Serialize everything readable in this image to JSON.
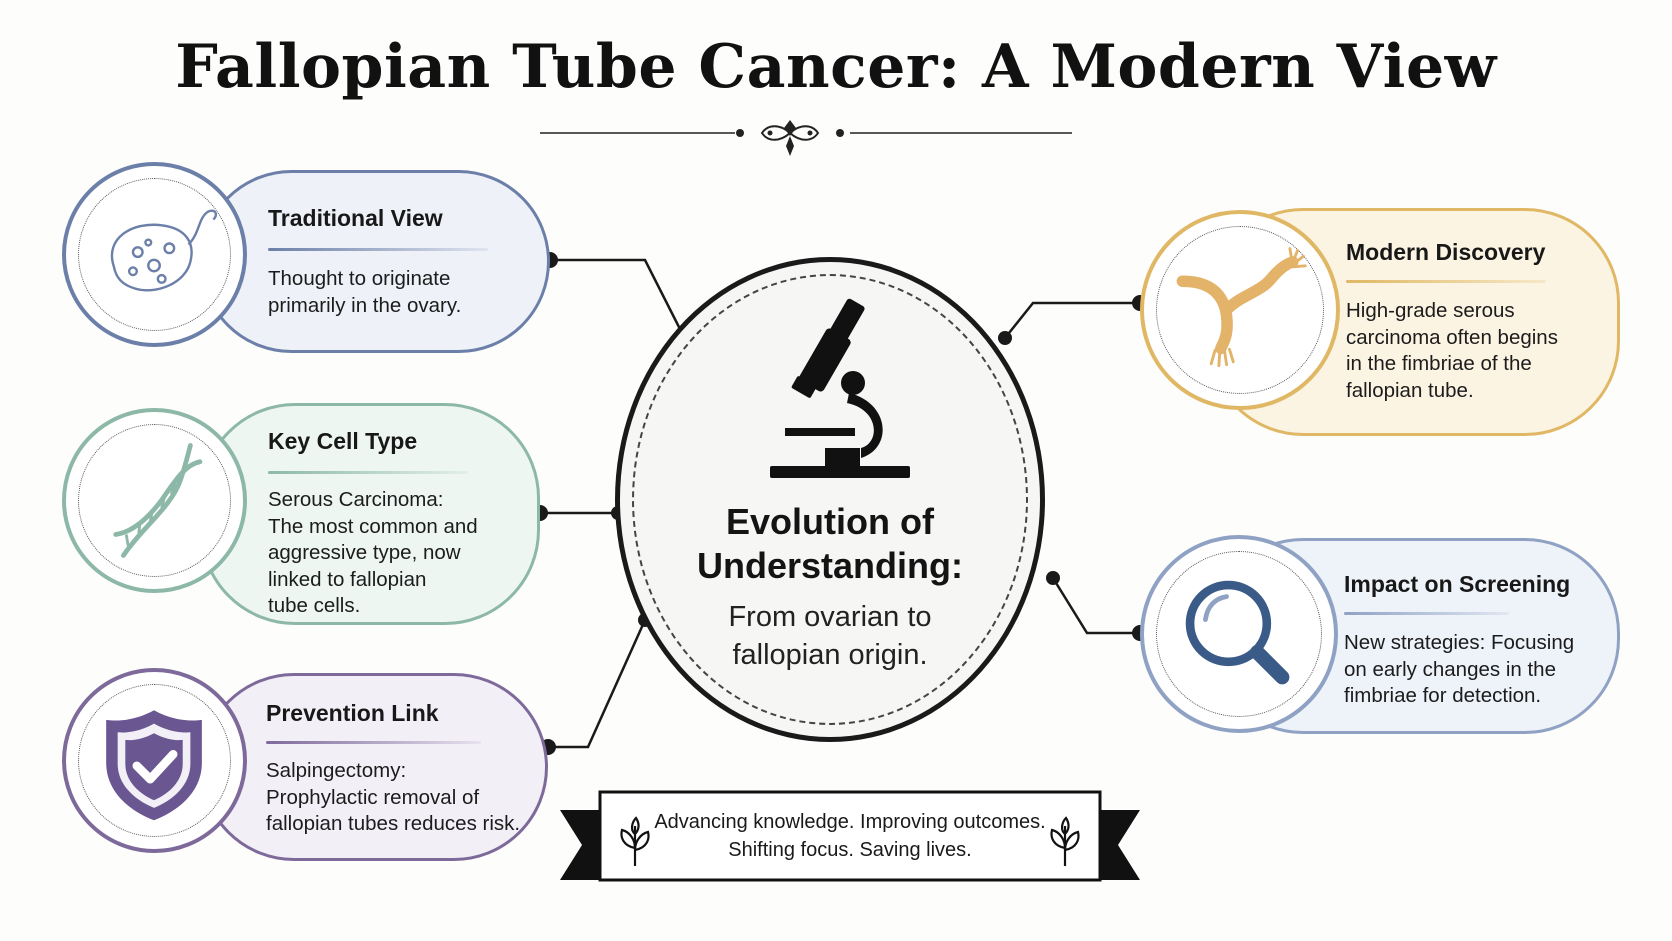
{
  "title": "Fallopian Tube Cancer: A Modern View",
  "center": {
    "heading_line1": "Evolution of",
    "heading_line2": "Understanding:",
    "sub_line1": "From ovarian to",
    "sub_line2": "fallopian origin.",
    "icon": "microscope-icon"
  },
  "cards": {
    "traditional": {
      "title": "Traditional View",
      "lines": [
        "Thought to originate",
        "primarily in the ovary."
      ],
      "icon": "ovary-icon",
      "color": "#6b7fa8"
    },
    "cell_type": {
      "title": "Key Cell Type",
      "lines": [
        "Serous Carcinoma:",
        "The most common and",
        "aggressive type, now",
        "linked to fallopian",
        "tube cells."
      ],
      "icon": "dna-icon",
      "color": "#8db8a8"
    },
    "prevention": {
      "title": "Prevention Link",
      "lines": [
        "Salpingectomy:",
        "Prophylactic removal of",
        "fallopian tubes reduces risk."
      ],
      "icon": "shield-check-icon",
      "color": "#7d6a9a"
    },
    "modern": {
      "title": "Modern Discovery",
      "lines": [
        "High-grade serous",
        "carcinoma often begins",
        "in the fimbriae of the",
        "fallopian tube."
      ],
      "icon": "fallopian-tube-icon",
      "color": "#e0b865"
    },
    "screening": {
      "title": "Impact on Screening",
      "lines": [
        "New strategies: Focusing",
        "on early changes in the",
        "fimbriae for detection."
      ],
      "icon": "magnifier-icon",
      "color": "#8fa2c4"
    }
  },
  "banner": {
    "line1": "Advancing knowledge. Improving outcomes.",
    "line2": "Shifting focus. Saving lives.",
    "icon": "sprout-icon"
  }
}
